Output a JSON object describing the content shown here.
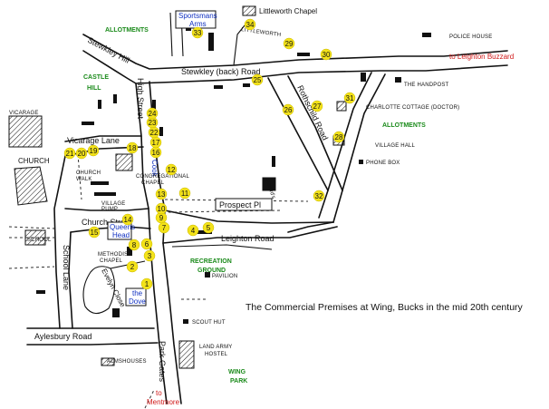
{
  "caption": "The Commercial Premises at Wing, Bucks in the mid 20th century",
  "roads": {
    "stewkley_hill": "Stewkley Hill",
    "stewkley_back_road": "Stewkley (back) Road",
    "rothschild_road": "Rothschild Road",
    "high_street": "High Street",
    "vicarage_lane": "Vicarage Lane",
    "church_street": "Church Street",
    "cook": "Cook",
    "prospect_pl": "Prospect Pl",
    "leighton_road": "Leighton Road",
    "school_lane": "School Lane",
    "aylesbury_road": "Aylesbury Road",
    "park_gates": "Park Gates",
    "evelyn_close": "Evelyn Close",
    "gerards": "Gerard's"
  },
  "areas": {
    "allotments_nw": "ALLOTMENTS",
    "castle_hill": [
      "CASTLE",
      "HILL"
    ],
    "allotments_e": "ALLOTMENTS",
    "recreation_ground": [
      "RECREATION",
      "GROUND"
    ],
    "wing_park": [
      "WING",
      "PARK"
    ]
  },
  "destinations": {
    "leighton_buzzard": "to Leighton Buzzard",
    "mentmore_to": "to",
    "mentmore": "Mentmore"
  },
  "buildings": {
    "littleworth_chapel": "Littleworth Chapel",
    "police_house": "POLICE HOUSE",
    "the_handpost": "THE HANDPOST",
    "charlotte_cottage": "CHARLOTTE COTTAGE (DOCTOR)",
    "village_hall": "VILLAGE HALL",
    "phone_box": "PHONE BOX",
    "vicarage": "VICARAGE",
    "church": "CHURCH",
    "church_walk": [
      "CHURCH",
      "WALK"
    ],
    "congregational_chapel": [
      "CONGREGATIONAL",
      "CHAPEL"
    ],
    "village_pump": [
      "VILLAGE",
      "PUMP"
    ],
    "school": "SCHOOL",
    "methodist_chapel": [
      "METHODIST",
      "CHAPEL"
    ],
    "pavilion": "PAVILION",
    "scout_hut": "SCOUT HUT",
    "land_army_hostel": [
      "LAND ARMY",
      "HOSTEL"
    ],
    "almshouses": "ALMSHOUSES",
    "littleworth": "LITTLEWORTH"
  },
  "pubs": {
    "sportsmans_arms": [
      "Sportsmans",
      "Arms"
    ],
    "queens_head": [
      "Queens",
      "Head"
    ],
    "the_dove": [
      "the",
      "Dove"
    ]
  },
  "markers": [
    "1",
    "2",
    "3",
    "4",
    "5",
    "6",
    "7",
    "8",
    "9",
    "10",
    "11",
    "12",
    "13",
    "14",
    "15",
    "16",
    "17",
    "18",
    "19",
    "20",
    "21",
    "22",
    "23",
    "24",
    "25",
    "26",
    "27",
    "28",
    "29",
    "30",
    "31",
    "32",
    "33",
    "34"
  ],
  "colors": {
    "marker": "#f3e21a",
    "green_text": "#1a8a1a",
    "red_text": "#d01818",
    "blue_text": "#1030c0"
  }
}
